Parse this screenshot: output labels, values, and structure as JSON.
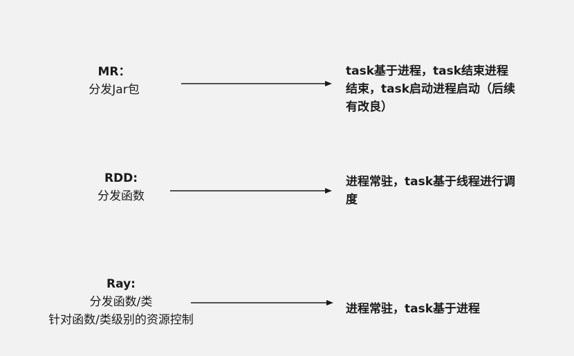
{
  "rows": [
    {
      "name": "MR：",
      "left_lines": [
        "分发Jar包"
      ],
      "right_lines": [
        "task基于进程，task结束进程",
        "结束，task启动进程启动（后续",
        "有改良）"
      ]
    },
    {
      "name": "RDD:",
      "left_lines": [
        "分发函数"
      ],
      "right_lines": [
        "进程常驻，task基于线程进行调",
        "度"
      ]
    },
    {
      "name": "Ray:",
      "left_lines": [
        "分发函数/类",
        "针对函数/类级别的资源控制"
      ],
      "right_lines": [
        "进程常驻，task基于进程"
      ]
    }
  ],
  "colors": {
    "background": "#f2f2f2",
    "text": "#1a1a1a",
    "arrow": "#1a1a1a"
  }
}
